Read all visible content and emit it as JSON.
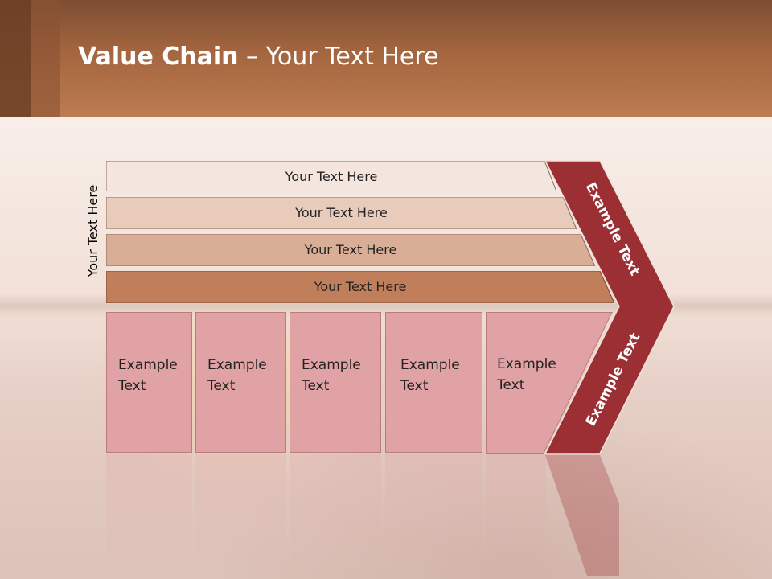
{
  "slide": {
    "title_bold": "Value Chain",
    "title_rest": " – Your Text Here",
    "side_label": "Your Text Here",
    "bars": [
      {
        "label": "Your Text Here"
      },
      {
        "label": "Your Text Here"
      },
      {
        "label": "Your Text Here"
      },
      {
        "label": "Your Text Here"
      }
    ],
    "columns": [
      {
        "line1": "Example",
        "line2": "Text"
      },
      {
        "line1": "Example",
        "line2": "Text"
      },
      {
        "line1": "Example",
        "line2": "Text"
      },
      {
        "line1": "Example",
        "line2": "Text"
      },
      {
        "line1": "Example",
        "line2": "Text"
      }
    ],
    "chevron_upper": "Example Text",
    "chevron_lower": "Example Text"
  },
  "colors": {
    "header": "#bd7b51",
    "bar_1": "#f4e6df",
    "bar_2": "#e9cbbb",
    "bar_3": "#d9ae97",
    "bar_4": "#c07e5b",
    "column": "#e0a2a4",
    "chevron": "#9b2f33"
  }
}
